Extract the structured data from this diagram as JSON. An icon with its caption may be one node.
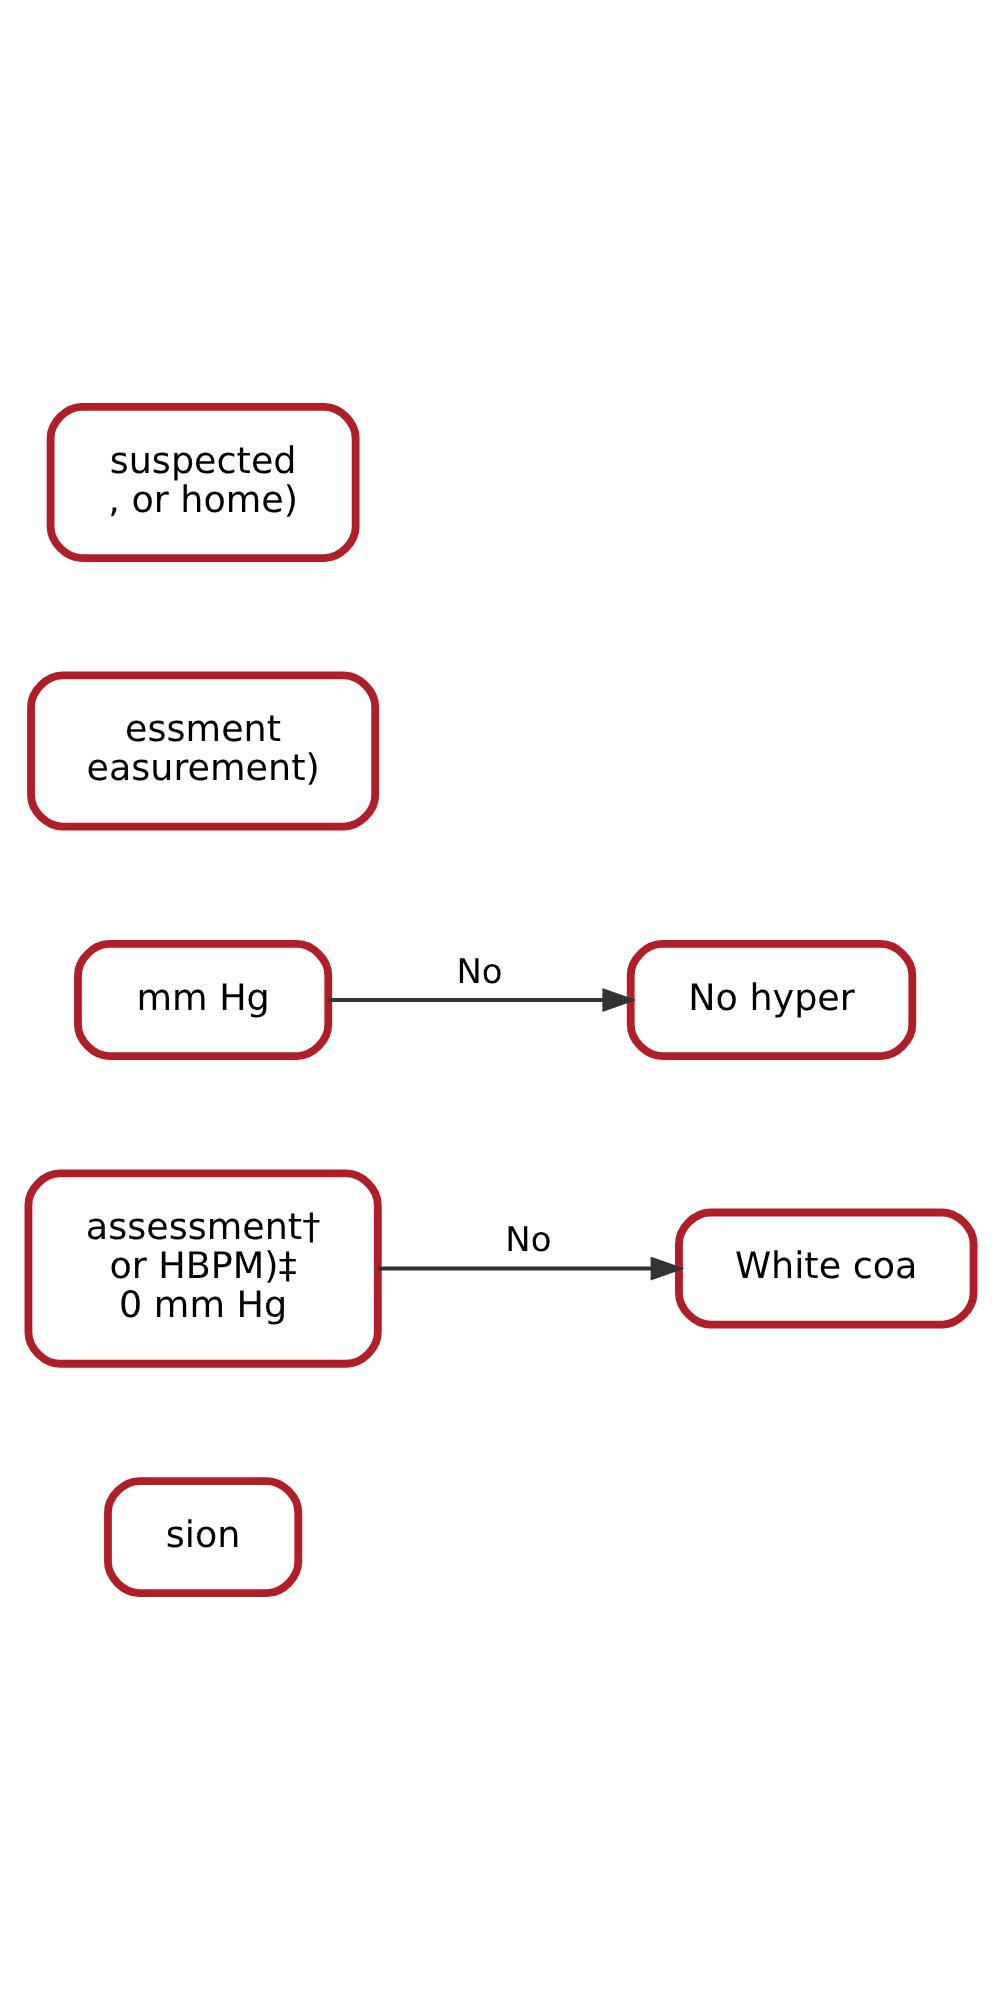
{
  "diagram": {
    "nodes": [
      {
        "text": [
          "suspected",
          ", or home)"
        ]
      },
      {
        "text": [
          "essment",
          "easurement)"
        ]
      },
      {
        "text": [
          "mm Hg"
        ]
      },
      {
        "text": [
          "No hyper"
        ]
      },
      {
        "text": [
          "assessment†",
          "or HBPM)‡",
          "0 mm Hg"
        ]
      },
      {
        "text": [
          "White coa"
        ]
      },
      {
        "text": [
          "sion"
        ]
      }
    ],
    "edges": [
      {
        "from": 2,
        "to": 3,
        "arrow": "to",
        "label": "No"
      },
      {
        "from": 4,
        "to": 5,
        "arrow": "to",
        "label": "No"
      }
    ]
  }
}
